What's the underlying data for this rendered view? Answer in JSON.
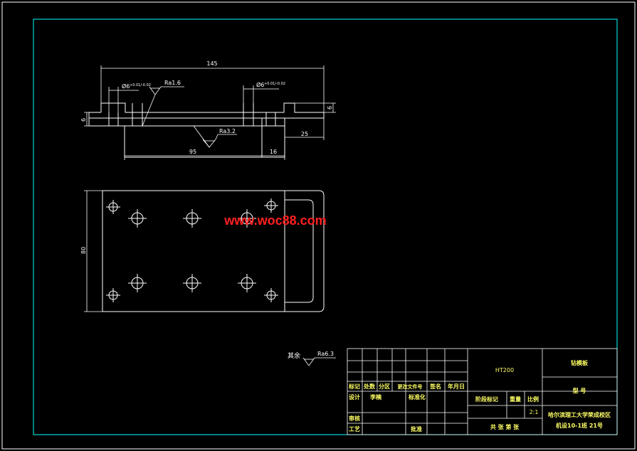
{
  "watermark": "www.woc88.com",
  "dimensions": {
    "overall_length": "145",
    "hole_dia_left": "Ø6",
    "hole_tol_left": "+0.01/-0.02",
    "hole_dia_right": "Ø6",
    "hole_tol_right": "+0.01/-0.02",
    "roughness_top": "Ra1.6",
    "roughness_slot": "Ra3.2",
    "right_height": "6",
    "left_height": "6",
    "right_step": "25",
    "base_length": "95",
    "right_foot": "16",
    "plan_height": "80"
  },
  "remaining_roughness": {
    "label": "其余",
    "value": "Ra6.3"
  },
  "title_block": {
    "material": "HT200",
    "part_name": "钻模板",
    "model_label": "型  号",
    "header_cells": [
      "标记",
      "处数",
      "分区",
      "更改文件号",
      "签名",
      "年月日"
    ],
    "design_label": "设计",
    "designer": "李楠",
    "standardize_label": "标准化",
    "stage_label": "阶段标记",
    "weight_label": "重量",
    "scale_label": "比例",
    "scale_value": "2:1",
    "review_label": "审核",
    "process_label": "工艺",
    "approve_label": "批准",
    "sheets_label": "共  张  第  张",
    "school": "哈尔滨理工大学荣成校区",
    "class_info": "机设10-1班  21号"
  },
  "colors": {
    "frame": "#00ffff",
    "lines": "#ffffff",
    "text": "#ffff66",
    "watermark": "#ff2020"
  }
}
